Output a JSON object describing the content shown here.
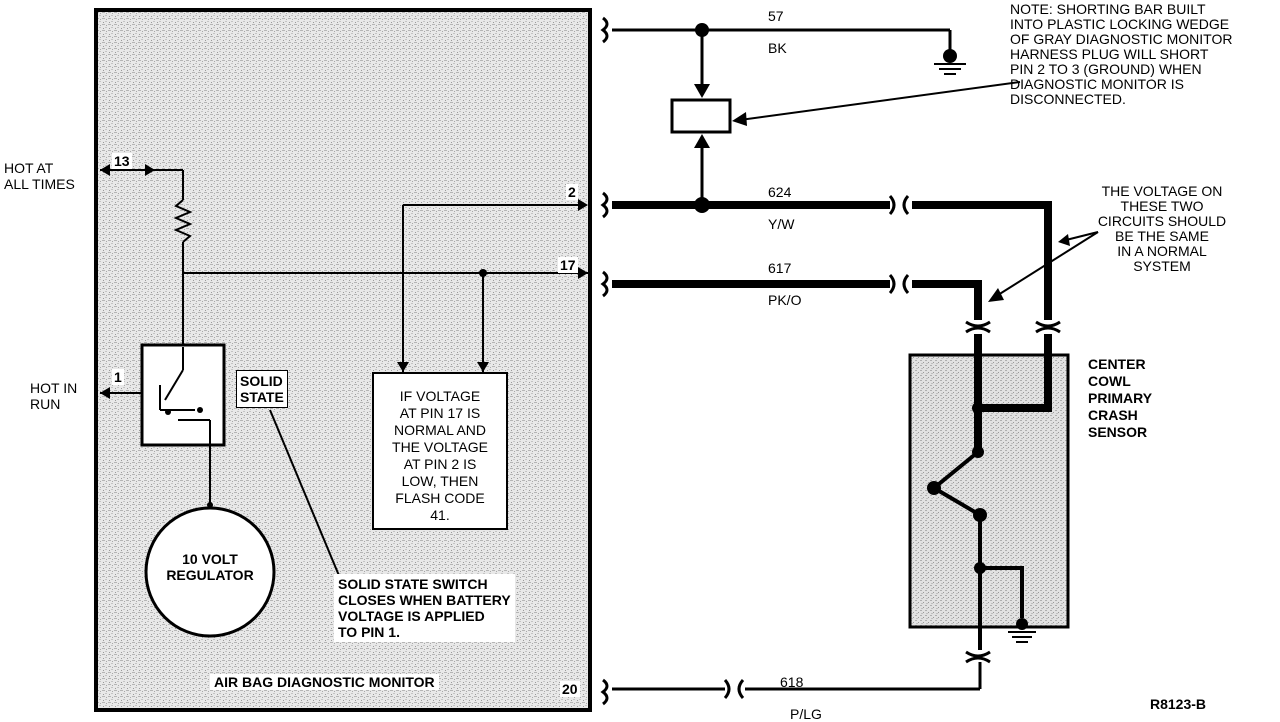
{
  "module": {
    "title": "AIR BAG DIAGNOSTIC MONITOR",
    "pins": {
      "p13": "13",
      "p2": "2",
      "p17": "17",
      "p1": "1",
      "p20": "20"
    }
  },
  "external_labels": {
    "hot_at_all_times": [
      "HOT AT",
      "ALL TIMES"
    ],
    "hot_in_run": [
      "HOT IN",
      "RUN"
    ]
  },
  "solid_state": [
    "SOLID",
    "STATE"
  ],
  "regulator": [
    "10 VOLT",
    "REGULATOR"
  ],
  "switch_note": [
    "SOLID STATE SWITCH",
    "CLOSES WHEN BATTERY",
    "VOLTAGE IS APPLIED",
    "TO PIN 1."
  ],
  "flash_note": [
    "IF VOLTAGE",
    "AT PIN 17 IS",
    "NORMAL AND",
    "THE VOLTAGE",
    "AT PIN 2 IS",
    "LOW, THEN",
    "FLASH CODE",
    "41."
  ],
  "circuits": {
    "c57": {
      "number": "57",
      "color": "BK"
    },
    "c624": {
      "number": "624",
      "color": "Y/W"
    },
    "c617": {
      "number": "617",
      "color": "PK/O"
    },
    "c618": {
      "number": "618",
      "color": "P/LG"
    }
  },
  "shorting_note": [
    "NOTE: SHORTING BAR BUILT",
    "INTO PLASTIC LOCKING WEDGE",
    "OF GRAY DIAGNOSTIC MONITOR",
    "HARNESS PLUG WILL SHORT",
    "PIN 2 TO 3 (GROUND) WHEN",
    "DIAGNOSTIC MONITOR IS",
    "DISCONNECTED."
  ],
  "voltage_note": [
    "THE VOLTAGE ON",
    "THESE TWO",
    "CIRCUITS SHOULD",
    "BE THE SAME",
    "IN A NORMAL",
    "SYSTEM"
  ],
  "sensor": [
    "CENTER",
    "COWL",
    "PRIMARY",
    "CRASH",
    "SENSOR"
  ],
  "figure_id": "R8123-B",
  "icons": [
    "ground-symbol-icon",
    "arrow-icon",
    "connector-icon",
    "resistor-icon"
  ]
}
